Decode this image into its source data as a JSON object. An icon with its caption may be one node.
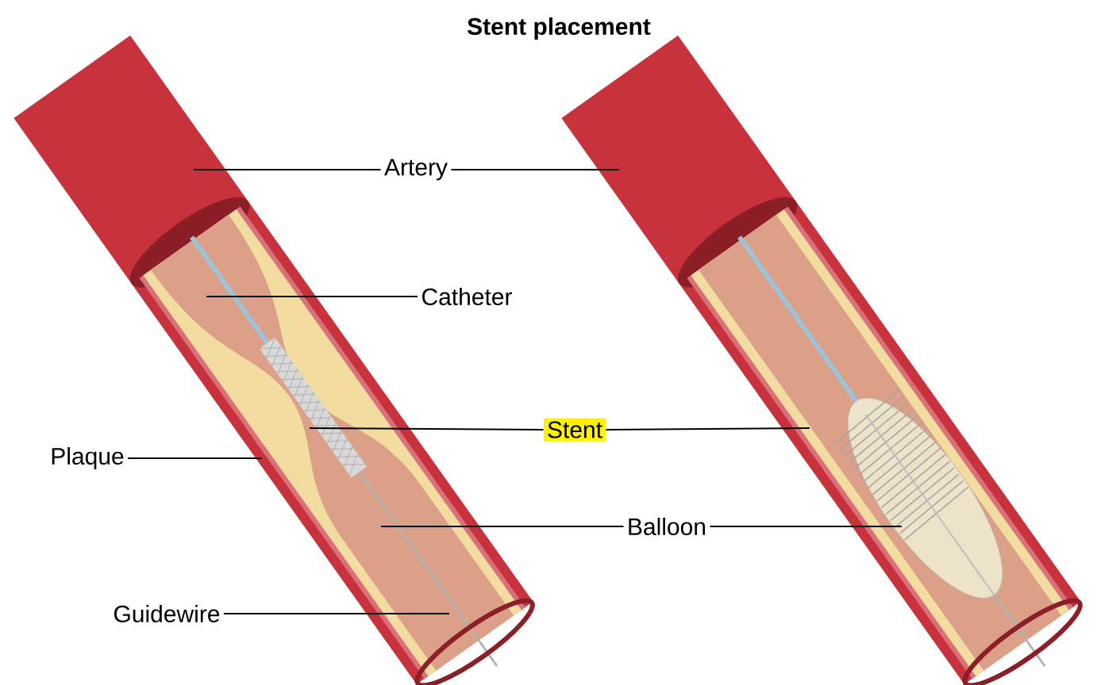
{
  "diagram": {
    "title": "Stent placement",
    "nodes": [
      {
        "text": [
          "Artery"
        ]
      },
      {
        "text": [
          "Catheter"
        ]
      },
      {
        "text": [
          "Stent"
        ]
      },
      {
        "text": [
          "Plaque"
        ]
      },
      {
        "text": [
          "Balloon"
        ]
      },
      {
        "text": [
          "Guidewire"
        ]
      }
    ],
    "edges": [
      {
        "from": 0,
        "to": null,
        "arrow": "none"
      },
      {
        "from": 0,
        "to": null,
        "arrow": "none"
      },
      {
        "from": 1,
        "to": null,
        "arrow": "none"
      },
      {
        "from": 2,
        "to": null,
        "arrow": "none"
      },
      {
        "from": 2,
        "to": null,
        "arrow": "none"
      },
      {
        "from": 3,
        "to": null,
        "arrow": "none"
      },
      {
        "from": 4,
        "to": null,
        "arrow": "none"
      },
      {
        "from": 4,
        "to": null,
        "arrow": "none"
      },
      {
        "from": 5,
        "to": null,
        "arrow": "none"
      }
    ]
  }
}
